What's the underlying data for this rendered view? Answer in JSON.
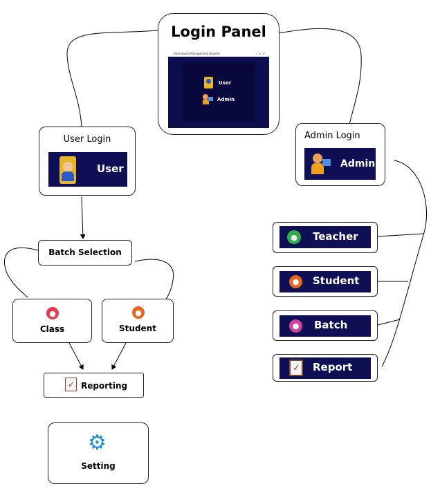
{
  "login_panel": {
    "title": "Login Panel",
    "window_title": "Attendance Management System",
    "user_label": "User",
    "admin_label": "Admin"
  },
  "user_login": {
    "caption": "User Login",
    "button_label": "User"
  },
  "admin_login": {
    "caption": "Admin Login",
    "button_label": "Admin"
  },
  "batch_selection": {
    "label": "Batch Selection"
  },
  "class_box": {
    "label": "Class"
  },
  "student_box": {
    "label": "Student"
  },
  "reporting": {
    "label": "Reporting"
  },
  "setting": {
    "label": "Setting"
  },
  "admin_menu": [
    {
      "label": "Teacher",
      "icon": "teacher-icon",
      "color": "#2fae4e"
    },
    {
      "label": "Student",
      "icon": "student-icon",
      "color": "#e8651f"
    },
    {
      "label": "Batch",
      "icon": "batch-icon",
      "color": "#d6419b"
    },
    {
      "label": "Report",
      "icon": "report-icon",
      "color": "#c0392b"
    }
  ],
  "colors": {
    "button_bg": "#0e0f55",
    "class_icon": "#e23a4e",
    "student_icon": "#e8651f"
  }
}
